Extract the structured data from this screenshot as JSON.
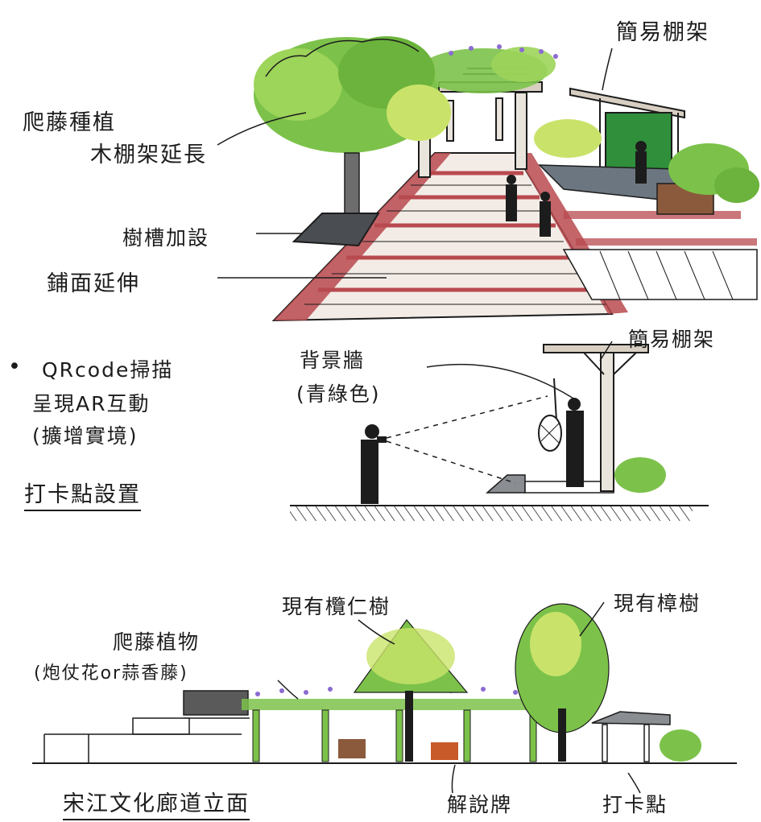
{
  "sketch1": {
    "label_top_right": "簡易棚架",
    "label_vine_line1": "爬藤種植",
    "label_vine_line2": "木棚架延長",
    "label_tree_pit": "樹槽加設",
    "label_paving": "鋪面延伸"
  },
  "sketch2": {
    "bullet": "•",
    "note_line1": "QRcode掃描",
    "note_line2": "呈現AR互動",
    "note_line3": "(擴增實境)",
    "title": "打卡點設置",
    "label_wall_line1": "背景牆",
    "label_wall_line2": "(青綠色)",
    "label_shelter": "簡易棚架"
  },
  "sketch3": {
    "label_climber_line1": "爬藤植物",
    "label_climber_line2": "(炮仗花or蒜香藤)",
    "label_olive_tree": "現有欖仁樹",
    "label_camphor_tree": "現有樟樹",
    "label_sign": "解說牌",
    "label_checkin": "打卡點",
    "title": "宋江文化廊道立面"
  },
  "colors": {
    "ink": "#1c1c1c",
    "foliage": "#7cc24a",
    "foliage_light": "#c9e36a",
    "brick": "#b84a4f",
    "green_wall": "#2f8f3a",
    "wood": "#8b5a3c",
    "flower": "#8a6bd1",
    "gray": "#8a8d91"
  }
}
